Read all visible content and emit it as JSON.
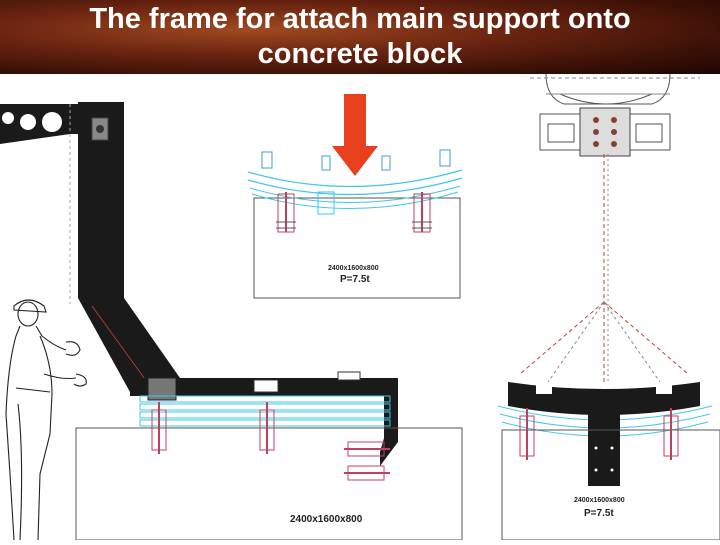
{
  "title": "The frame for attach main support onto concrete block",
  "colors": {
    "header_bg": "#5a1c0a",
    "arrow": "#e8401c",
    "frame": "#1a1a1a",
    "cyan_lines": "#40c8e8",
    "block_outline": "#555555",
    "dashed": "#c04040"
  },
  "drawings": {
    "top_center": {
      "block_size": "2400x1600x800",
      "load": "P=7.5t"
    },
    "left": {
      "block_size": "2400x1600x800"
    },
    "right": {
      "block_size": "2400x1600x800",
      "load": "P=7.5t"
    }
  },
  "icons": [
    "down-arrow-icon",
    "worker-figure"
  ]
}
